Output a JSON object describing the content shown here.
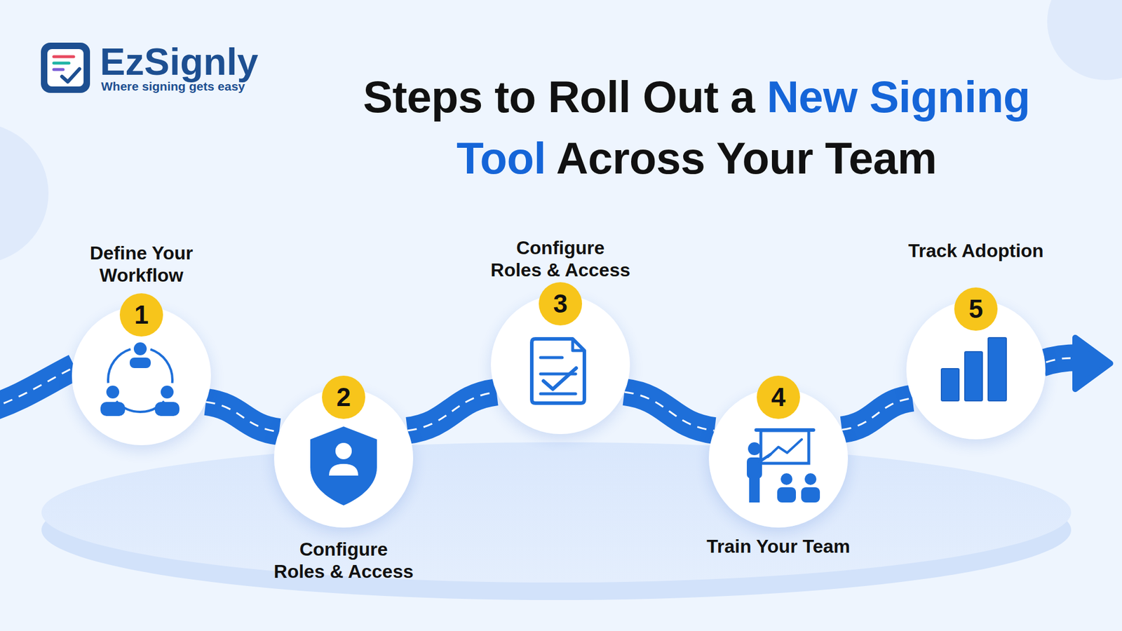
{
  "diagram": {
    "title": "Steps to Roll Out a New Signing Tool Across Your Team",
    "nodes": [
      {
        "text": [
          "1",
          "Define Your Workflow"
        ]
      },
      {
        "text": [
          "2",
          "Configure Roles & Access"
        ]
      },
      {
        "text": [
          "3",
          "Configure Roles & Access"
        ]
      },
      {
        "text": [
          "4",
          "Train Your Team"
        ]
      },
      {
        "text": [
          "5",
          "Track Adoption"
        ]
      }
    ],
    "edges": [
      {
        "from": 0,
        "to": 1,
        "arrow": "none"
      },
      {
        "from": 1,
        "to": 2,
        "arrow": "none"
      },
      {
        "from": 2,
        "to": 3,
        "arrow": "none"
      },
      {
        "from": 3,
        "to": 4,
        "arrow": "none"
      }
    ],
    "labels": [
      "EzSignly",
      "Where signing gets easy"
    ]
  }
}
